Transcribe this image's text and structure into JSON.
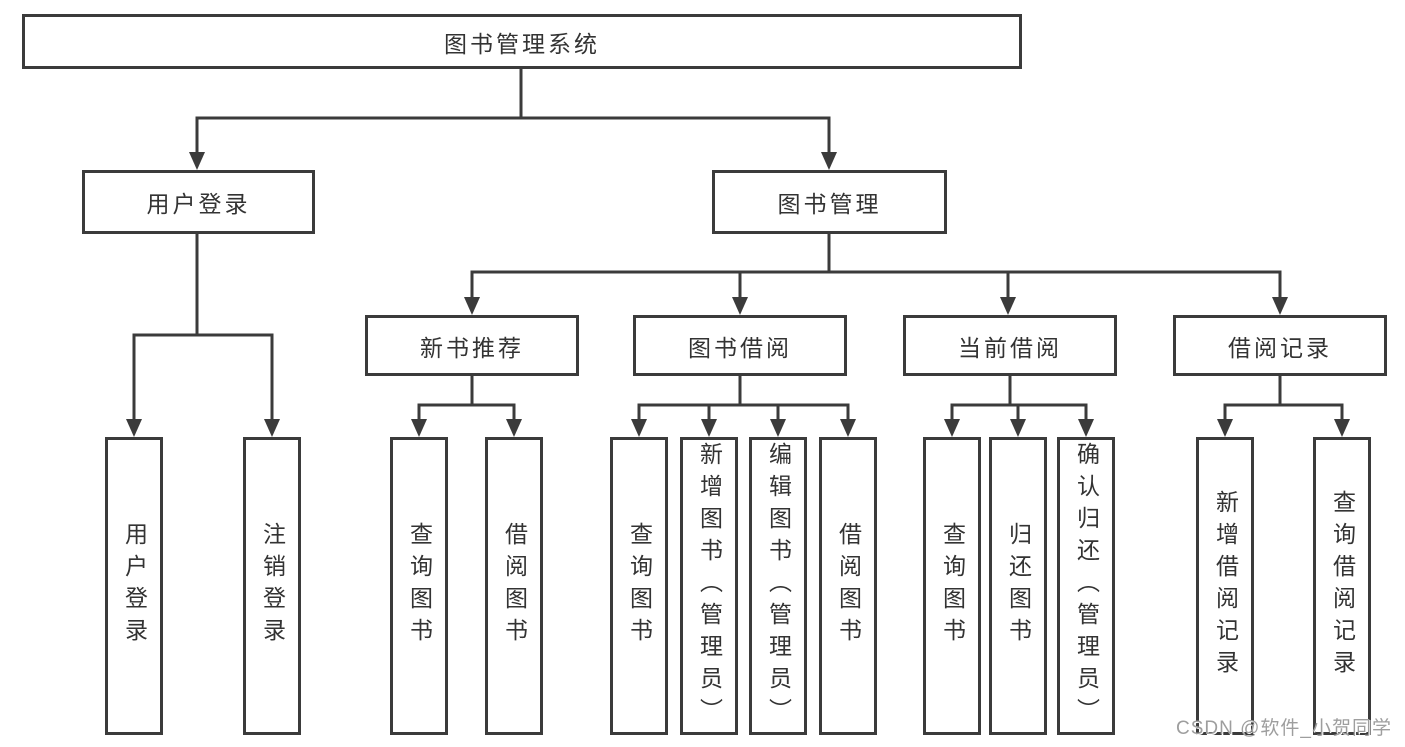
{
  "title": {
    "label": "图书管理系统"
  },
  "level2": {
    "user_login": {
      "label": "用户登录"
    },
    "book_mgmt": {
      "label": "图书管理"
    }
  },
  "level3": {
    "new_book": {
      "label": "新书推荐"
    },
    "book_borrow": {
      "label": "图书借阅"
    },
    "current_borrow": {
      "label": "当前借阅"
    },
    "borrow_record": {
      "label": "借阅记录"
    }
  },
  "leaves": {
    "user_login": {
      "label": "用户登录"
    },
    "logout": {
      "label": "注销登录"
    },
    "nb_query": {
      "label": "查询图书"
    },
    "nb_borrow": {
      "label": "借阅图书"
    },
    "bb_query": {
      "label": "查询图书"
    },
    "bb_add": {
      "label": "新增图书（管理员）"
    },
    "bb_edit": {
      "label": "编辑图书（管理员）"
    },
    "bb_borrow": {
      "label": "借阅图书"
    },
    "cb_query": {
      "label": "查询图书"
    },
    "cb_return": {
      "label": "归还图书"
    },
    "cb_confirm": {
      "label": "确认归还（管理员）"
    },
    "br_add": {
      "label": "新增借阅记录"
    },
    "br_query": {
      "label": "查询借阅记录"
    }
  },
  "watermark": "CSDN @软件_小贺同学",
  "colors": {
    "line": "#3b3b3b",
    "text": "#333333",
    "watermark": "#9e9e9e",
    "background": "#ffffff"
  }
}
